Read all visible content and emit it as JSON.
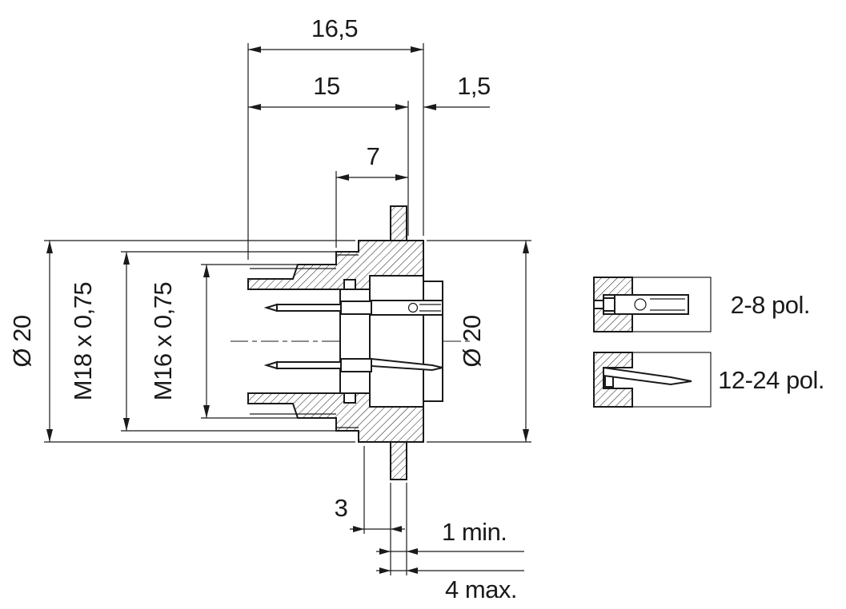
{
  "dimensions": {
    "total_length": "16,5",
    "body_length": "15",
    "flange_thickness": "1,5",
    "thread_length": "7",
    "outer_diameter": "Ø 20",
    "thread_outer": "M18 x 0,75",
    "thread_inner": "M16 x 0,75",
    "panel_offset": "3",
    "panel_thickness_min": "1 min.",
    "panel_thickness_max": "4 max."
  },
  "variants": [
    {
      "label": "2-8 pol."
    },
    {
      "label": "12-24 pol."
    }
  ],
  "colors": {
    "ink": "#1a1a1a",
    "background": "#ffffff"
  }
}
